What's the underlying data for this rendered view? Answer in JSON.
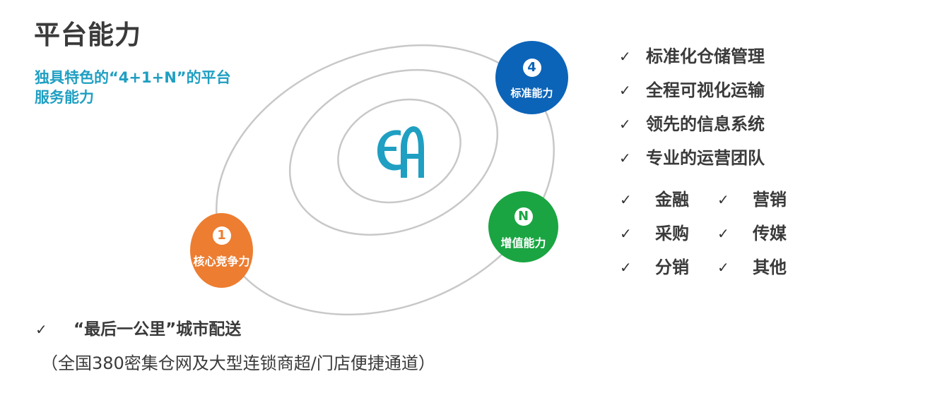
{
  "header": {
    "title": "平台能力",
    "subtitle_line1": "独具特色的“4+1+N”的平台",
    "subtitle_line2": "服务能力"
  },
  "diagram": {
    "logo": "EA",
    "nodes": [
      {
        "id": "core",
        "number": "1",
        "label": "核心竞争力",
        "color": "#ed7d31"
      },
      {
        "id": "std",
        "number": "4",
        "label": "标准能力",
        "color": "#0c64b8"
      },
      {
        "id": "val",
        "number": "N",
        "label": "增值能力",
        "color": "#1aa542"
      }
    ],
    "orbit_color": "#c8c8c8",
    "logo_color": "#1f9fc2"
  },
  "standard_capabilities": [
    "标准化仓储管理",
    "全程可视化运输",
    "领先的信息系统",
    "专业的运营团队"
  ],
  "value_added": [
    [
      "金融",
      "营销"
    ],
    [
      "采购",
      "传媒"
    ],
    [
      "分销",
      "其他"
    ]
  ],
  "core": {
    "headline": "“最后一公里”城市配送",
    "note": "（全国380密集仓网及大型连锁商超/门店便捷通道）"
  },
  "check_glyph": "✓"
}
